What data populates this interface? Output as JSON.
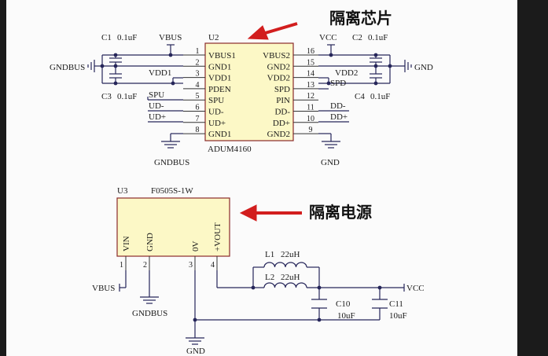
{
  "annotations": {
    "isolation_chip": "隔离芯片",
    "isolation_power": "隔离电源"
  },
  "u2": {
    "ref": "U2",
    "part": "ADUM4160",
    "left_pins": [
      {
        "num": "1",
        "name": "VBUS1"
      },
      {
        "num": "2",
        "name": "GND1"
      },
      {
        "num": "3",
        "name": "VDD1"
      },
      {
        "num": "4",
        "name": "PDEN"
      },
      {
        "num": "5",
        "name": "SPU"
      },
      {
        "num": "6",
        "name": "UD-"
      },
      {
        "num": "7",
        "name": "UD+"
      },
      {
        "num": "8",
        "name": "GND1"
      }
    ],
    "right_pins": [
      {
        "num": "16",
        "name": "VBUS2"
      },
      {
        "num": "15",
        "name": "GND2"
      },
      {
        "num": "14",
        "name": "VDD2"
      },
      {
        "num": "13",
        "name": "SPD"
      },
      {
        "num": "12",
        "name": "PIN"
      },
      {
        "num": "11",
        "name": "DD-"
      },
      {
        "num": "10",
        "name": "DD+"
      },
      {
        "num": "9",
        "name": "GND2"
      }
    ]
  },
  "u3": {
    "ref": "U3",
    "part": "F0505S-1W",
    "pins": [
      {
        "num": "1",
        "name": "VIN"
      },
      {
        "num": "2",
        "name": "GND"
      },
      {
        "num": "3",
        "name": "0V"
      },
      {
        "num": "4",
        "name": "+VOUT"
      }
    ]
  },
  "components": {
    "c1": {
      "ref": "C1",
      "value": "0.1uF"
    },
    "c2": {
      "ref": "C2",
      "value": "0.1uF"
    },
    "c3": {
      "ref": "C3",
      "value": "0.1uF"
    },
    "c4": {
      "ref": "C4",
      "value": "0.1uF"
    },
    "c10": {
      "ref": "C10",
      "value": "10uF"
    },
    "c11": {
      "ref": "C11",
      "value": "10uF"
    },
    "l1": {
      "ref": "L1",
      "value": "22uH"
    },
    "l2": {
      "ref": "L2",
      "value": "22uH"
    }
  },
  "nets": {
    "vbus_top": "VBUS",
    "vcc_top": "VCC",
    "gndbus_left": "GNDBUS",
    "gnd_right": "GND",
    "vdd1": "VDD1",
    "vdd2": "VDD2",
    "spu": "SPU",
    "ud_minus": "UD-",
    "ud_plus": "UD+",
    "spd": "SPD",
    "dd_minus": "DD-",
    "dd_plus": "DD+",
    "gndbus_bottom": "GNDBUS",
    "gnd_bottom": "GND",
    "vbus_u3": "VBUS",
    "gndbus_u3": "GNDBUS",
    "gnd_u3": "GND",
    "vcc_out": "VCC"
  }
}
